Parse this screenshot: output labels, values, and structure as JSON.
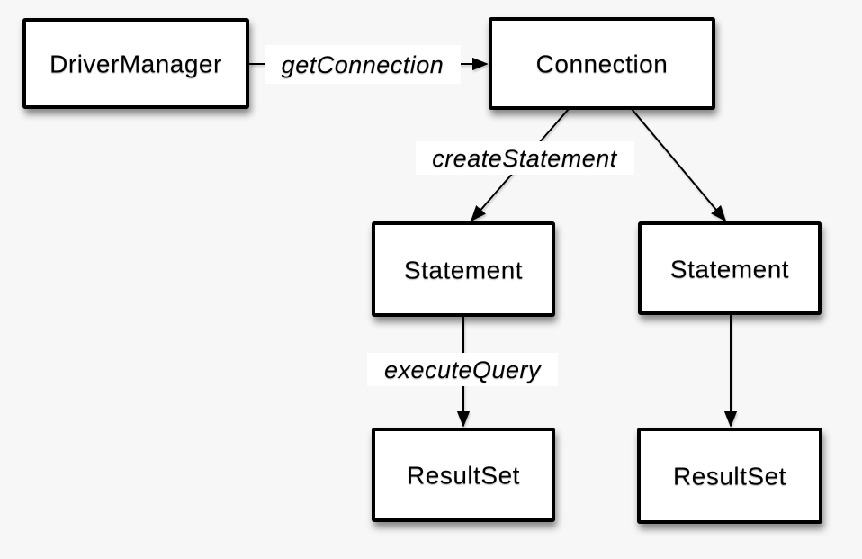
{
  "diagram": {
    "nodes": {
      "driver_manager": {
        "label": "DriverManager"
      },
      "connection": {
        "label": "Connection"
      },
      "statement_left": {
        "label": "Statement"
      },
      "statement_right": {
        "label": "Statement"
      },
      "resultset_left": {
        "label": "ResultSet"
      },
      "resultset_right": {
        "label": "ResultSet"
      }
    },
    "edges": [
      {
        "from": "driver_manager",
        "to": "connection",
        "label": "getConnection"
      },
      {
        "from": "connection",
        "to": "statement_left",
        "label": "createStatement"
      },
      {
        "from": "connection",
        "to": "statement_right",
        "label": ""
      },
      {
        "from": "statement_left",
        "to": "resultset_left",
        "label": "executeQuery"
      },
      {
        "from": "statement_right",
        "to": "resultset_right",
        "label": ""
      }
    ],
    "colors": {
      "background": "#f7f7f7",
      "node_fill": "#ffffff",
      "node_border": "#000000",
      "arrow": "#000000",
      "label_background": "#ffffff",
      "text": "#000000"
    }
  }
}
